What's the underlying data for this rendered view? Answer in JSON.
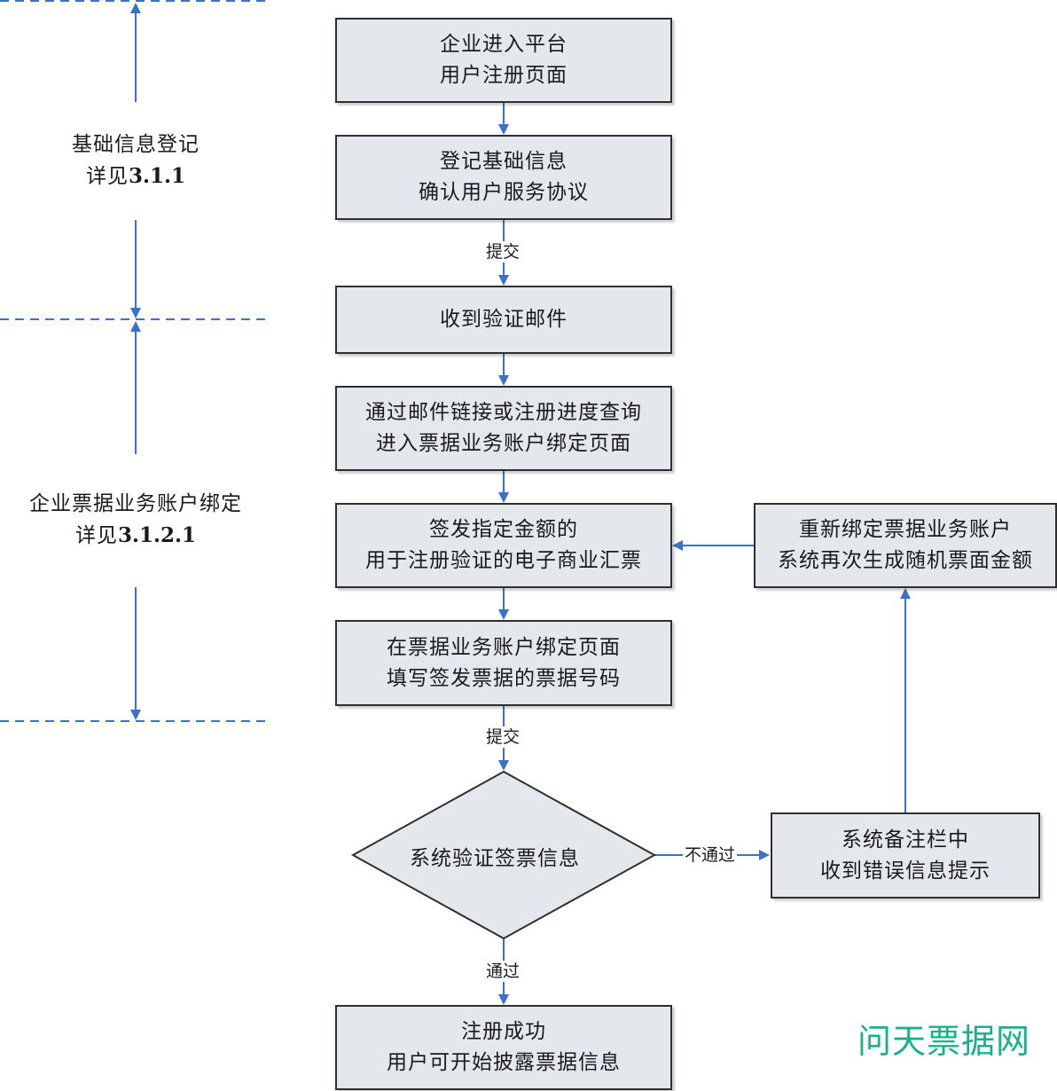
{
  "phases": [
    {
      "title": "基础信息登记",
      "ref_prefix": "详见",
      "ref": "3.1.1"
    },
    {
      "title": "企业票据业务账户绑定",
      "ref_prefix": "详见",
      "ref": "3.1.2.1"
    }
  ],
  "steps": [
    {
      "line1": "企业进入平台",
      "line2": "用户注册页面"
    },
    {
      "line1": "登记基础信息",
      "line2": "确认用户服务协议"
    },
    {
      "line1": "收到验证邮件"
    },
    {
      "line1": "通过邮件链接或注册进度查询",
      "line2": "进入票据业务账户绑定页面"
    },
    {
      "line1": "签发指定金额的",
      "line2": "用于注册验证的电子商业汇票"
    },
    {
      "line1": "在票据业务账户绑定页面",
      "line2": "填写签发票据的票据号码"
    }
  ],
  "decision": {
    "label": "系统验证签票信息"
  },
  "success": {
    "line1": "注册成功",
    "line2": "用户可开始披露票据信息"
  },
  "error_box": {
    "line1": "系统备注栏中",
    "line2": "收到错误信息提示"
  },
  "rebind_box": {
    "line1": "重新绑定票据业务账户",
    "line2": "系统再次生成随机票面金额"
  },
  "edge_labels": {
    "submit1": "提交",
    "submit2": "提交",
    "fail": "不通过",
    "pass": "通过"
  },
  "watermark": "问天票据网",
  "colors": {
    "line": "#3a72c8",
    "box_fill": "#e4e7ec",
    "box_border": "#2f2f2f",
    "watermark": "#19b08e"
  }
}
